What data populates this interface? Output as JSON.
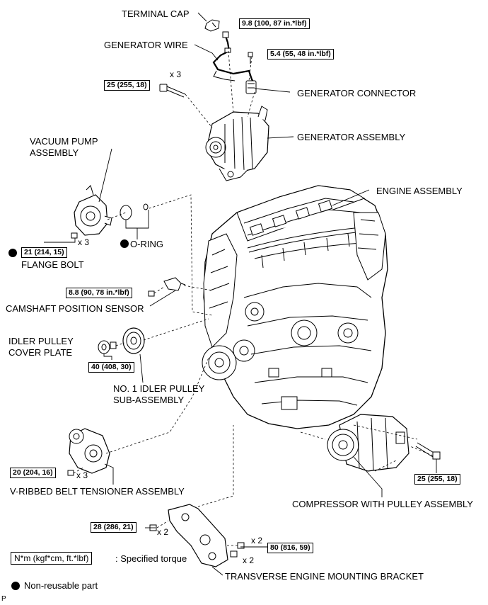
{
  "labels": {
    "terminal_cap": "TERMINAL CAP",
    "generator_wire": "GENERATOR WIRE",
    "generator_connector": "GENERATOR CONNECTOR",
    "generator_assembly": "GENERATOR ASSEMBLY",
    "vacuum_pump_line1": "VACUUM PUMP",
    "vacuum_pump_line2": "ASSEMBLY",
    "o_ring": "O-RING",
    "flange_bolt": "FLANGE BOLT",
    "engine_assembly": "ENGINE ASSEMBLY",
    "camshaft_sensor": "CAMSHAFT POSITION SENSOR",
    "idler_cover_line1": "IDLER PULLEY",
    "idler_cover_line2": "COVER PLATE",
    "idler_pulley_line1": "NO. 1 IDLER PULLEY",
    "idler_pulley_line2": "SUB-ASSEMBLY",
    "tensioner": "V-RIBBED BELT TENSIONER ASSEMBLY",
    "compressor": "COMPRESSOR WITH PULLEY ASSEMBLY",
    "mounting_bracket": "TRANSVERSE ENGINE MOUNTING BRACKET"
  },
  "torques": {
    "terminal_nut": "9.8 (100, 87 in.*lbf)",
    "connector_bolt": "5.4 (55, 48 in.*lbf)",
    "generator_bolts": "25 (255, 18)",
    "vacuum_pump_bolts": "21 (214, 15)",
    "camshaft_sensor_bolt": "8.8 (90, 78 in.*lbf)",
    "idler_pulley_bolt": "40 (408, 30)",
    "tensioner_bolts": "20 (204, 16)",
    "compressor_bolt": "25 (255, 18)",
    "bracket_left_bolts": "28 (286, 21)",
    "bracket_right_bolts": "80 (816, 59)"
  },
  "quantities": {
    "generator": "x 3",
    "vacuum_pump": "x 3",
    "tensioner": "x 3",
    "bracket_left": "x 2",
    "bracket_right_top": "x 2",
    "bracket_right_bottom": "x 2"
  },
  "legend": {
    "torque_unit": "N*m (kgf*cm, ft.*lbf)",
    "torque_desc": ": Specified torque",
    "non_reusable": "Non-reusable part"
  },
  "corner_code": "P"
}
